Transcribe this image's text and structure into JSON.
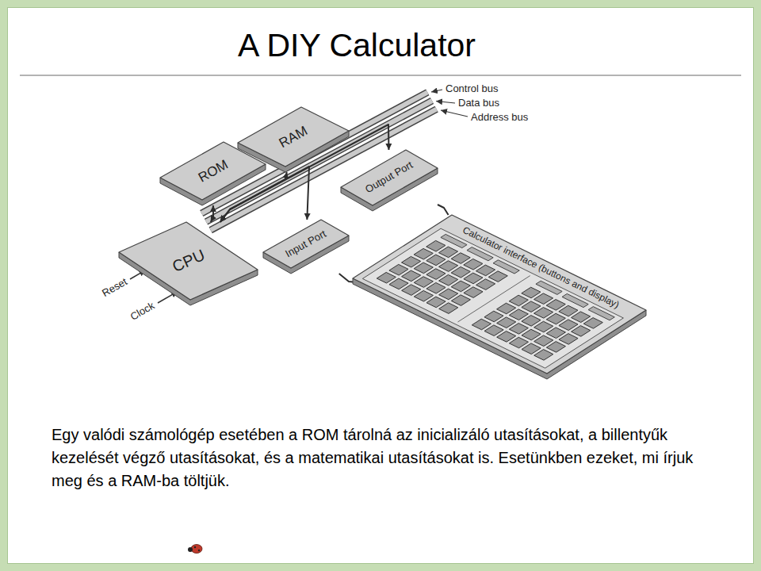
{
  "diagram": {
    "title": "A DIY Calculator",
    "caption": "Egy valódi számológép esetében a ROM tárolná az inicializáló utasításokat, a billentyűk kezelését végző utasításokat, és a matematikai utasításokat is. Esetünkben ezeket, mi írjuk meg és a RAM-ba töltjük.",
    "nodes": [
      {
        "text": [
          "RAM"
        ]
      },
      {
        "text": [
          "ROM"
        ]
      },
      {
        "text": [
          "Output Port"
        ]
      },
      {
        "text": [
          "Input Port"
        ]
      },
      {
        "text": [
          "CPU"
        ]
      },
      {
        "text": [
          "Calculator interface (buttons and display)"
        ]
      }
    ],
    "edges": [
      {
        "from": 4,
        "to": 1,
        "arrow": "both"
      },
      {
        "from": 4,
        "to": 0,
        "arrow": "both"
      },
      {
        "from": 4,
        "to": 2,
        "arrow": "both"
      },
      {
        "from": 4,
        "to": 3,
        "arrow": "both"
      },
      {
        "from": 2,
        "to": 5,
        "arrow": "none"
      },
      {
        "from": 3,
        "to": 5,
        "arrow": "none"
      }
    ],
    "labels": [
      "Control bus",
      "Data bus",
      "Address bus",
      "Reset",
      "Clock"
    ]
  }
}
